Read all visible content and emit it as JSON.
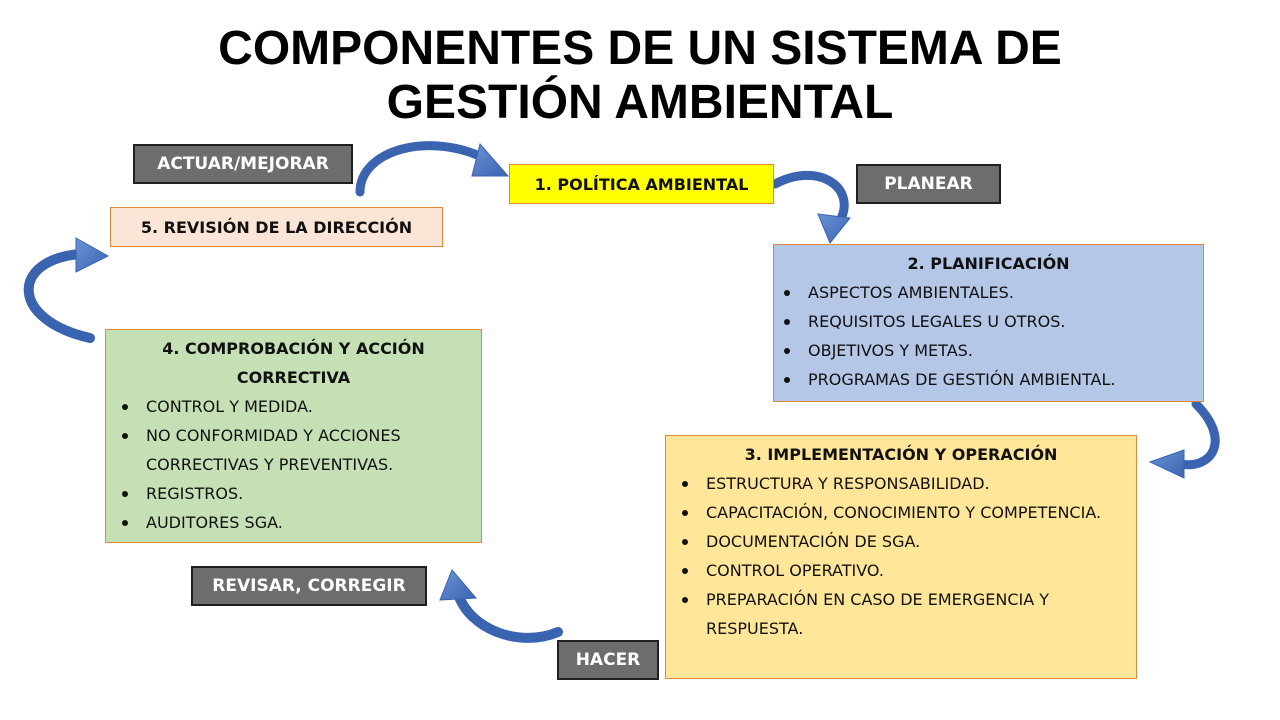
{
  "title": {
    "line1": "COMPONENTES DE UN SISTEMA DE",
    "line2": "GESTIÓN AMBIENTAL"
  },
  "phases": {
    "actuar": "ACTUAR/MEJORAR",
    "planear": "PLANEAR",
    "hacer": "HACER",
    "revisar": "REVISAR, CORREGIR"
  },
  "components": {
    "politica": {
      "title": "1. POLÍTICA AMBIENTAL",
      "color": "#ffff00"
    },
    "planificacion": {
      "title": "2. PLANIFICACIÓN",
      "color": "#b4c7e7",
      "items": [
        "ASPECTOS AMBIENTALES.",
        "REQUISITOS LEGALES U OTROS.",
        "OBJETIVOS Y METAS.",
        "PROGRAMAS DE GESTIÓN AMBIENTAL."
      ]
    },
    "implementacion": {
      "title": "3. IMPLEMENTACIÓN Y OPERACIÓN",
      "color": "#ffe699",
      "items": [
        "ESTRUCTURA Y RESPONSABILIDAD.",
        "CAPACITACIÓN, CONOCIMIENTO Y COMPETENCIA.",
        "DOCUMENTACIÓN DE SGA.",
        "CONTROL OPERATIVO.",
        "PREPARACIÓN EN CASO DE EMERGENCIA Y RESPUESTA."
      ]
    },
    "comprobacion": {
      "title": "4. COMPROBACIÓN Y ACCIÓN CORRECTIVA",
      "color": "#c5e0b4",
      "items": [
        "CONTROL Y MEDIDA.",
        "NO CONFORMIDAD Y ACCIONES CORRECTIVAS Y PREVENTIVAS.",
        "REGISTROS.",
        "AUDITORES SGA."
      ]
    },
    "revision": {
      "title": "5. REVISIÓN DE LA DIRECCIÓN",
      "color": "#fbe5d6"
    }
  },
  "colors": {
    "arrow": "#4472c4",
    "tag_bg": "#6d6d6d",
    "border": "#e0883c"
  }
}
